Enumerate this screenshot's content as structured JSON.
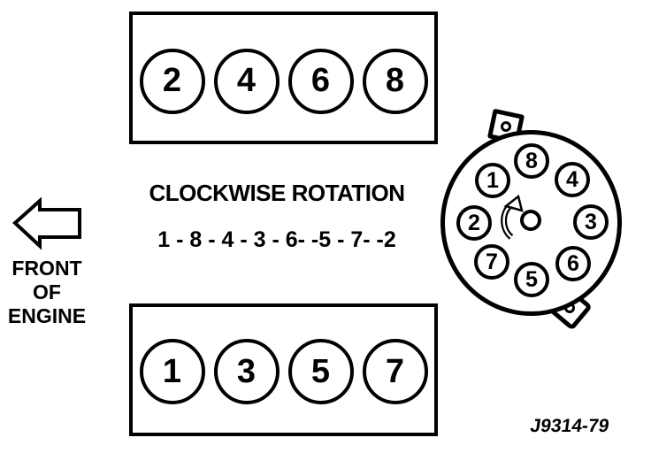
{
  "figure": {
    "rotation_label": "CLOCKWISE ROTATION",
    "firing_order": "1 - 8 - 4 - 3 - 6- -5 - 7- -2",
    "front_of_engine": [
      "FRONT",
      "OF",
      "ENGINE"
    ],
    "figure_code": "J9314-79"
  },
  "cylinder_banks": {
    "top": [
      "2",
      "4",
      "6",
      "8"
    ],
    "bottom": [
      "1",
      "3",
      "5",
      "7"
    ]
  },
  "distributor": {
    "rotation": "clockwise",
    "terminals": [
      "8",
      "4",
      "3",
      "6",
      "5",
      "7",
      "2",
      "1"
    ]
  },
  "colors": {
    "ink": "#000000",
    "background": "#ffffff"
  }
}
